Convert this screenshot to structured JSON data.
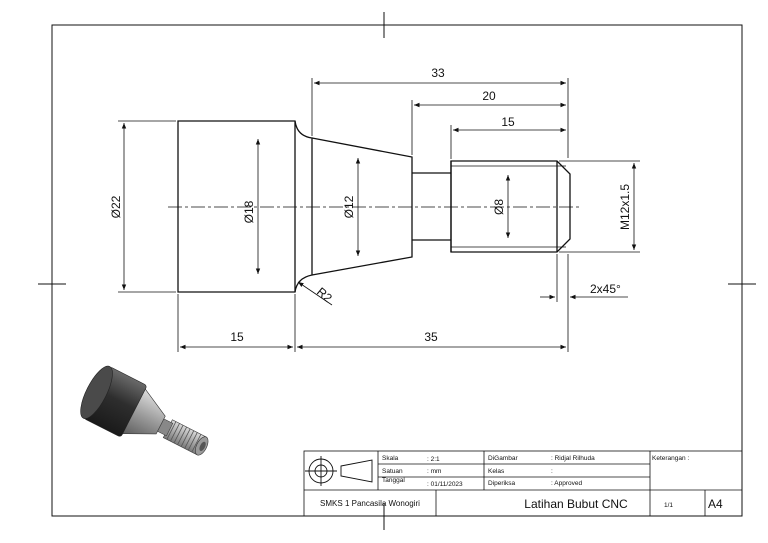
{
  "dimensions": {
    "d22": "Ø22",
    "d18": "Ø18",
    "d12": "Ø12",
    "d8": "Ø8",
    "m12": "M12x1.5",
    "len33": "33",
    "len20": "20",
    "len15_top": "15",
    "len15_bottom": "15",
    "len35": "35",
    "radius": "R2",
    "chamfer": "2x45°"
  },
  "title_block": {
    "scale_label": "Skala",
    "scale_value": ": 2:1",
    "unit_label": "Satuan",
    "unit_value": ": mm",
    "date_label": "Tanggal",
    "date_value": ": 01/11/2023",
    "drawn_label": "DiGambar",
    "drawn_value": ": Ridjal Rilhuda",
    "class_label": "Kelas",
    "class_value": ":",
    "checked_label": "Diperiksa",
    "checked_value": ": Approved",
    "notes_label": "Keterangan :",
    "school": "SMKS 1 Pancasila Wonogiri",
    "title": "Latihan Bubut CNC",
    "sheet": "1/1",
    "paper": "A4"
  },
  "colors": {
    "line": "#111111",
    "part_dark": "#3a3a3a",
    "part_mid": "#8a8a8a",
    "part_light": "#c8c8c8"
  }
}
